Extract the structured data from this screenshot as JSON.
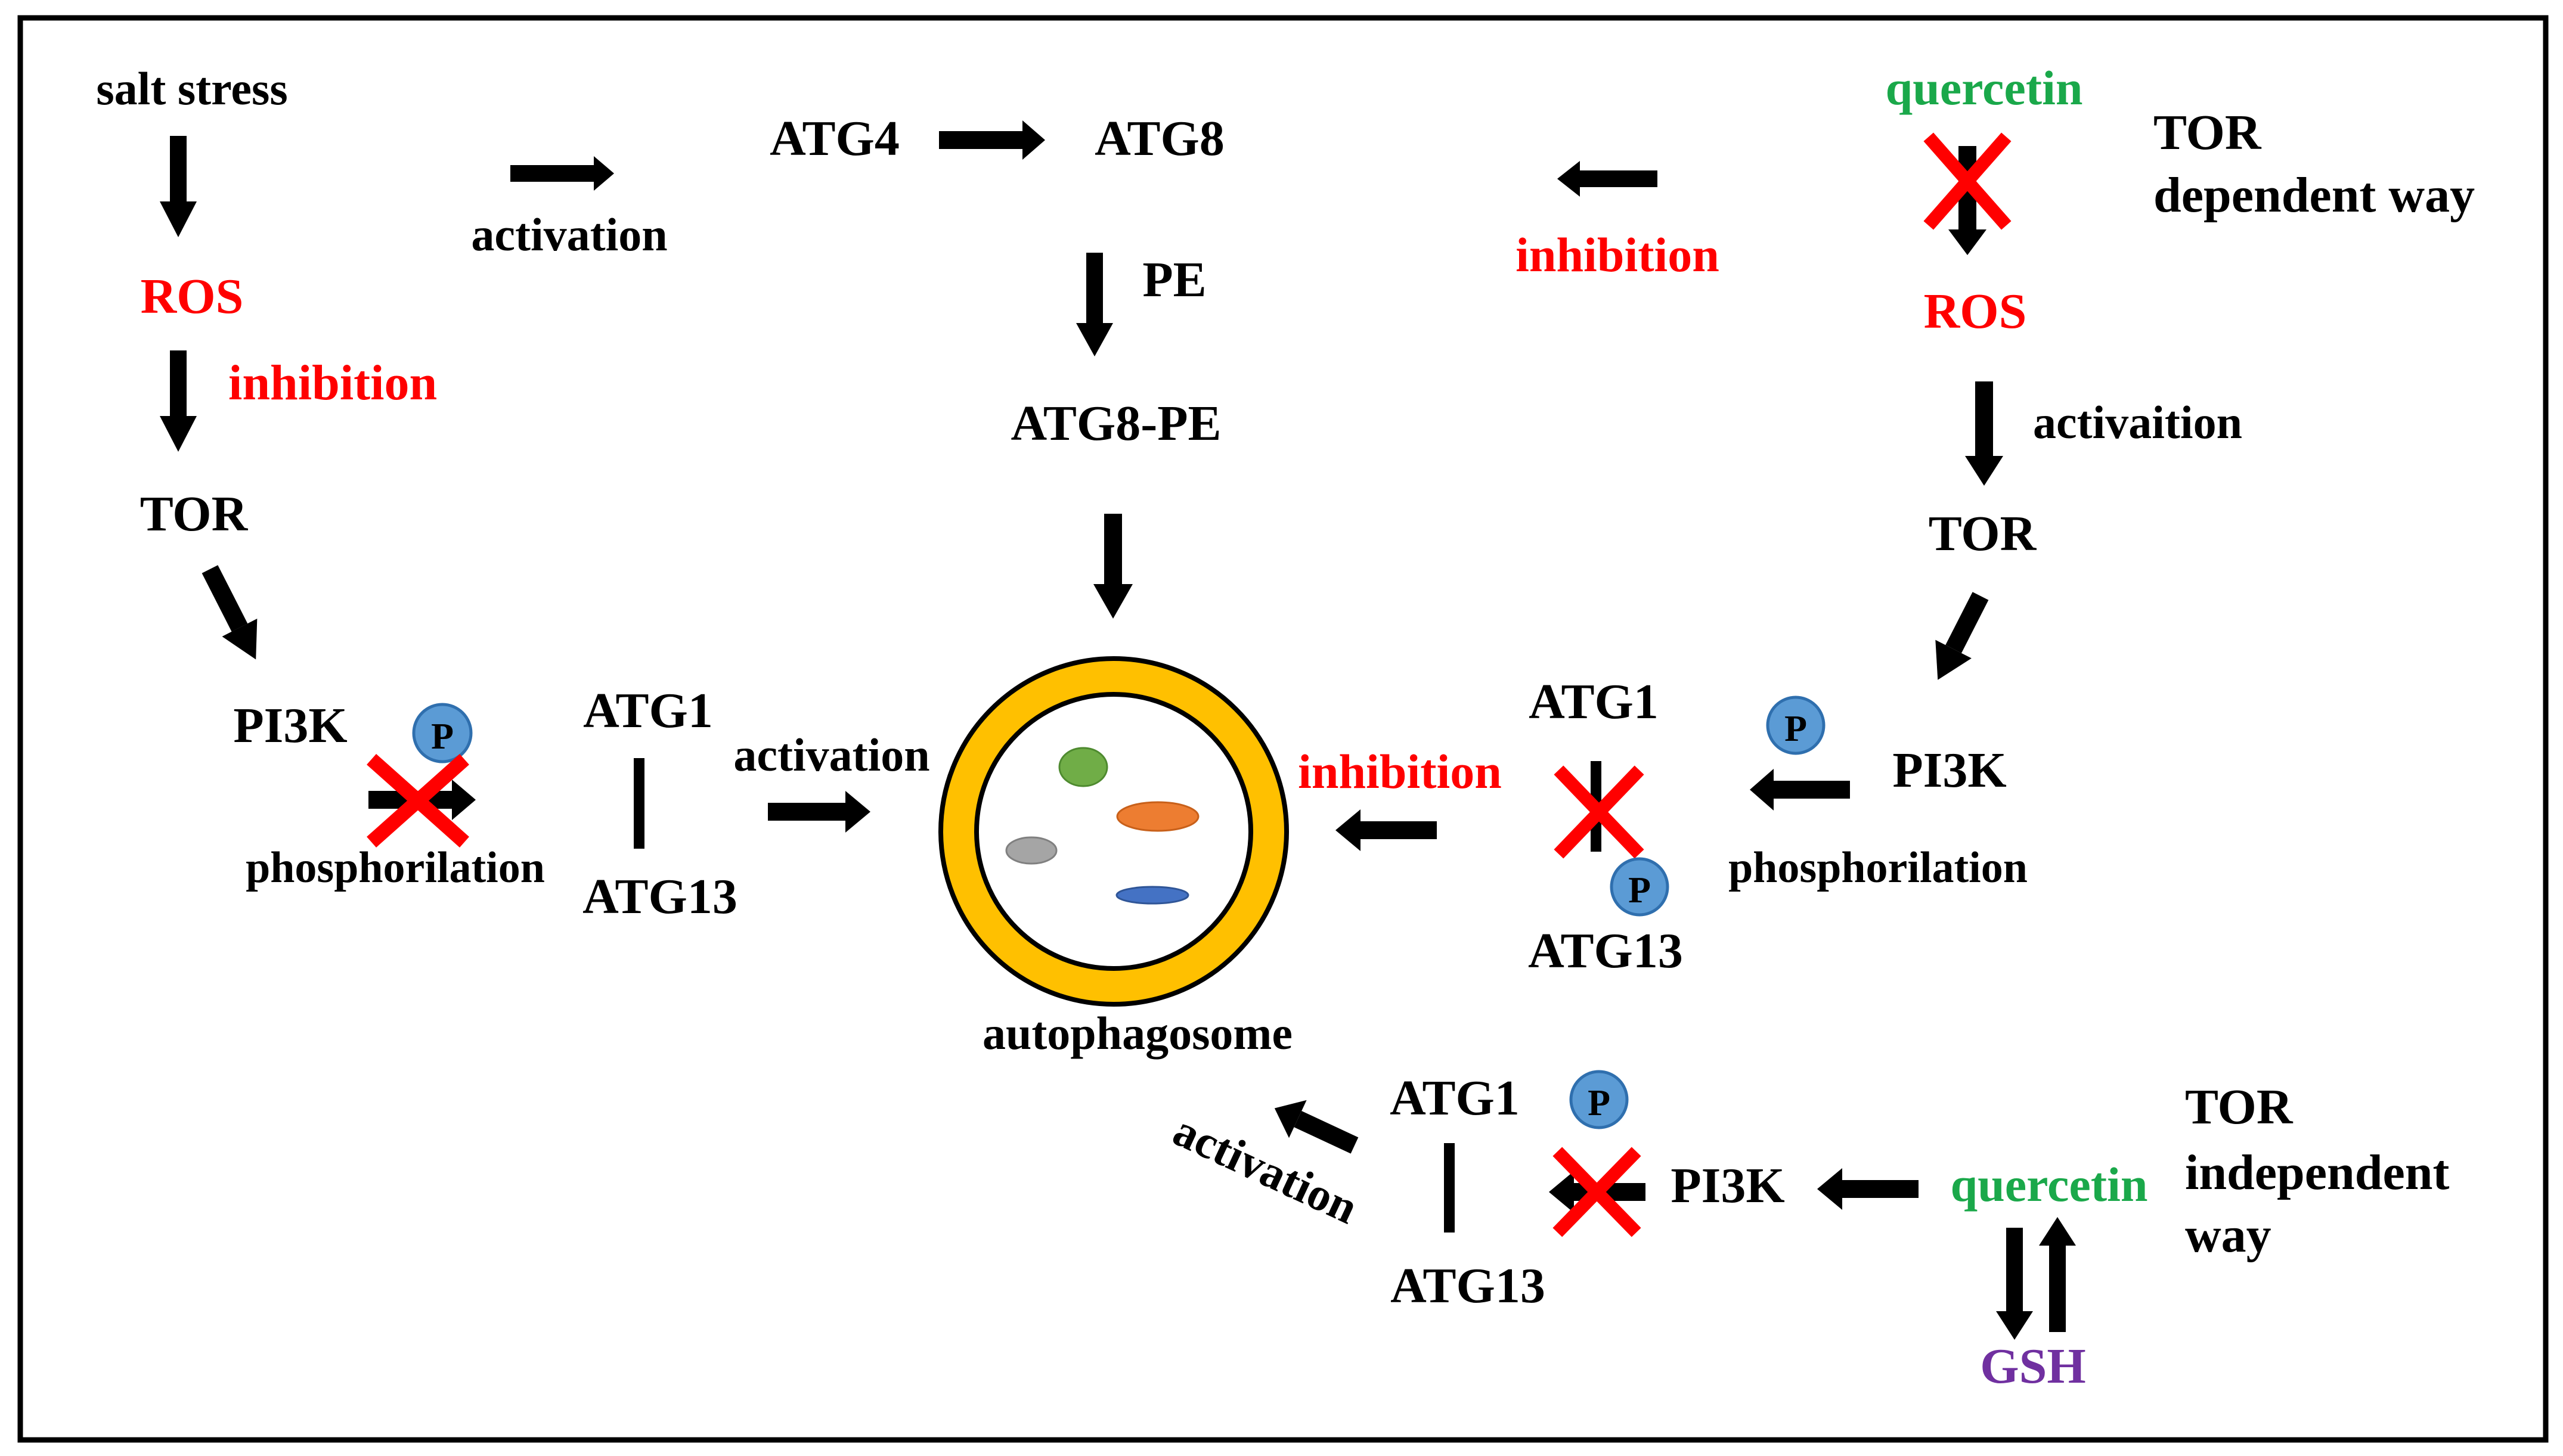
{
  "colors": {
    "black": "#000000",
    "red": "#ff0000",
    "green": "#1aa84a",
    "purple": "#7030a0",
    "phospho_fill": "#5b9bd5",
    "ring": "#ffc000",
    "green_blob": "#70ad47",
    "orange_blob": "#ed7d31",
    "gray_blob": "#a5a5a5",
    "blue_blob": "#4472c4"
  },
  "left_pathway": {
    "salt_stress": "salt stress",
    "ros": "ROS",
    "inhibition": "inhibition",
    "tor": "TOR",
    "pi3k": "PI3K",
    "phosphorilation": "phosphorilation",
    "atg1": "ATG1",
    "atg13": "ATG13",
    "activation": "activation",
    "p_badge": "P"
  },
  "top_pathway": {
    "activation": "activation",
    "atg4": "ATG4",
    "atg8": "ATG8",
    "pe": "PE",
    "atg8_pe": "ATG8-PE"
  },
  "center": {
    "autophagosome": "autophagosome"
  },
  "right_pathway": {
    "quercetin": "quercetin",
    "tor_dependent_line1": "TOR",
    "tor_dependent_line2": "dependent way",
    "inhibition_top": "inhibition",
    "ros": "ROS",
    "activaition": "activaition",
    "tor": "TOR",
    "pi3k": "PI3K",
    "phosphorilation": "phosphorilation",
    "atg1": "ATG1",
    "atg13": "ATG13",
    "inhibition_mid": "inhibition",
    "p_badge": "P"
  },
  "bottom_pathway": {
    "atg1": "ATG1",
    "atg13": "ATG13",
    "pi3k": "PI3K",
    "quercetin": "quercetin",
    "tor_independent_line1": "TOR",
    "tor_independent_line2": "independent",
    "tor_independent_line3": "way",
    "gsh": "GSH",
    "activation": "activation",
    "p_badge": "P"
  }
}
